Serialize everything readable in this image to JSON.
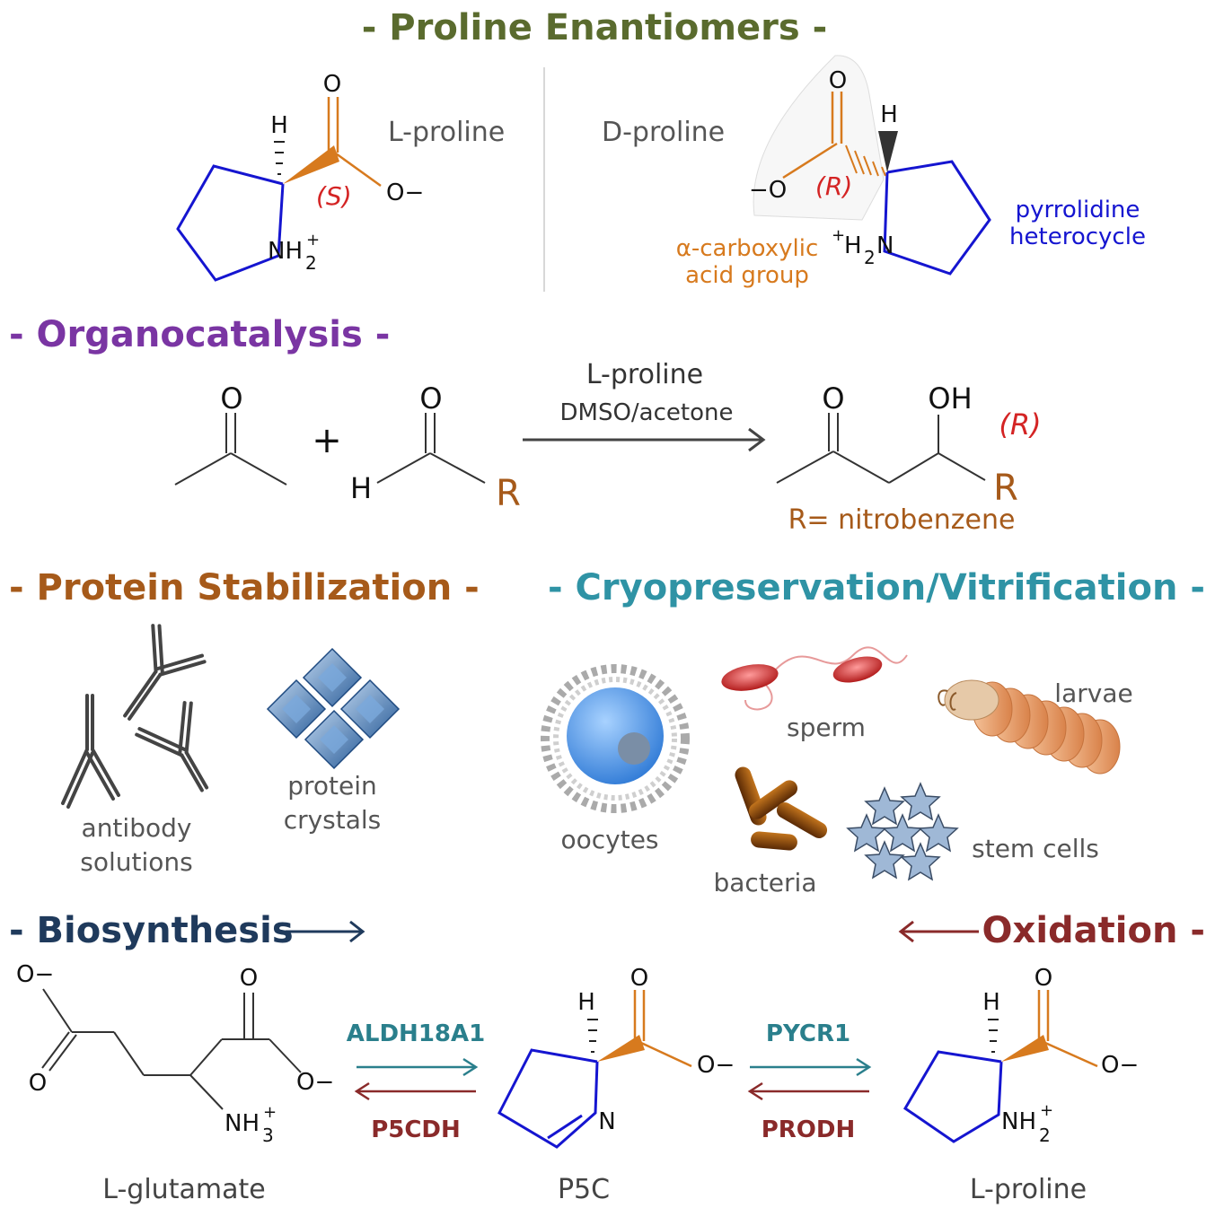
{
  "colors": {
    "olive": "#5a6b2e",
    "purple": "#7a35a3",
    "brown": "#a65a1a",
    "teal": "#2f93a5",
    "navy": "#1f3a5c",
    "maroon": "#8a2a2a",
    "orange": "#d77a1e",
    "red": "#d42424",
    "blue": "#1515d0",
    "gray": "#555555",
    "enzymeTeal": "#2a7f8c",
    "enzymeRed": "#8a2a2a"
  },
  "sections": {
    "enantiomers": {
      "title": "- Proline Enantiomers -",
      "l_name": "L-proline",
      "d_name": "D-proline",
      "s_label": "(S)",
      "r_label": "(R)",
      "acid_label_1": "α-carboxylic",
      "acid_label_2": "acid group",
      "ring_label_1": "pyrrolidine",
      "ring_label_2": "heterocycle"
    },
    "organocatalysis": {
      "title": "- Organocatalysis -",
      "catalyst": "L-proline",
      "solvent": "DMSO/acetone",
      "plus": "+",
      "r_config": "(R)",
      "r_def": "R= nitrobenzene"
    },
    "protein": {
      "title": "- Protein Stabilization -",
      "antibody_1": "antibody",
      "antibody_2": "solutions",
      "crystal_1": "protein",
      "crystal_2": "crystals"
    },
    "cryo": {
      "title": "- Cryopreservation/Vitrification -",
      "oocytes": "oocytes",
      "sperm": "sperm",
      "larvae": "larvae",
      "bacteria": "bacteria",
      "stem_cells": "stem cells"
    },
    "metabolism": {
      "biosynthesis": "- Biosynthesis",
      "oxidation": "Oxidation -",
      "glutamate": "L-glutamate",
      "p5c": "P5C",
      "proline": "L-proline",
      "aldh": "ALDH18A1",
      "p5cdh": "P5CDH",
      "pycr": "PYCR1",
      "prodh": "PRODH"
    }
  },
  "atoms": {
    "O": "O",
    "O_minus": "O−",
    "H": "H",
    "N": "N",
    "OH": "OH",
    "R": "R",
    "NH": "NH",
    "sub2": "2",
    "sub3": "3",
    "plus": "+",
    "H2N_plus": "+",
    "H2N_H": "H",
    "minus_O": "−O"
  }
}
